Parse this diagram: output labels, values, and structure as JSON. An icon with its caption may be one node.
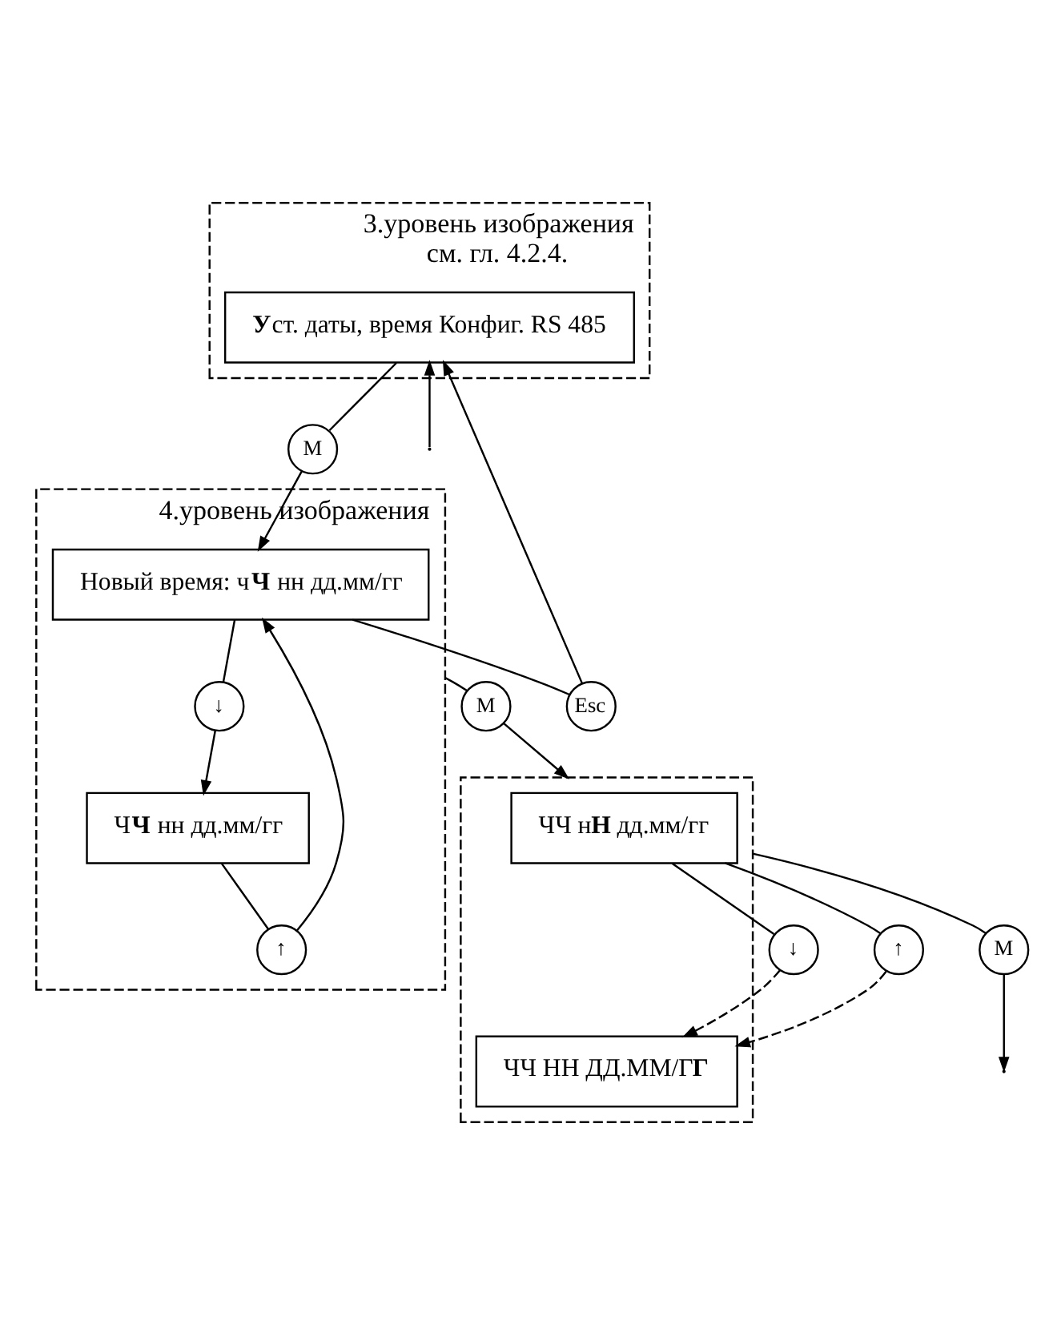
{
  "diagram": {
    "nodes": [
      {
        "text": [
          "3.уровень изображения",
          "см. гл. 4.2.4."
        ]
      },
      {
        "text": [
          "**У**ст. даты, время Конфиг. RS 485"
        ],
        "in": 0
      },
      {
        "text": [
          "M"
        ]
      },
      {
        "text": [
          "Esc"
        ]
      },
      {
        "text": [
          "4.уровень изображения"
        ]
      },
      {
        "text": [
          "Новый время: ч**Ч** нн дд.мм/гг"
        ],
        "in": 4
      },
      {
        "text": [
          "↓"
        ],
        "in": 4
      },
      {
        "text": [
          "↑"
        ],
        "in": 4
      },
      {
        "text": [
          "Ч**Ч** нн дд.мм/гг"
        ],
        "in": 4
      },
      {
        "text": [
          "M"
        ]
      },
      {
        "text": [],
        "shape": "box"
      },
      {
        "text": [
          "ЧЧ н**Н** дд.мм/гг"
        ],
        "in": 10
      },
      {
        "text": [
          "↓"
        ]
      },
      {
        "text": [
          "↑"
        ]
      },
      {
        "text": [
          "ЧЧ НН ДД.ММ/Г**Г**"
        ],
        "in": 10
      },
      {
        "text": [
          "M"
        ]
      }
    ],
    "edges": [
      {
        "from": 1,
        "to": 2,
        "arrow": "none"
      },
      {
        "from": 2,
        "to": 5,
        "arrow": "to"
      },
      {
        "from": 5,
        "to": 3,
        "arrow": "none"
      },
      {
        "from": 3,
        "to": 1,
        "arrow": "to"
      },
      {
        "from": null,
        "to": 1,
        "arrow": "to"
      },
      {
        "from": 5,
        "to": 6,
        "arrow": "none"
      },
      {
        "from": 6,
        "to": 8,
        "arrow": "to"
      },
      {
        "from": 8,
        "to": 7,
        "arrow": "none"
      },
      {
        "from": 7,
        "to": 5,
        "arrow": "to"
      },
      {
        "from": 4,
        "to": 9,
        "arrow": "none"
      },
      {
        "from": 9,
        "to": 10,
        "arrow": "to"
      },
      {
        "from": 11,
        "to": 12,
        "arrow": "none"
      },
      {
        "from": 12,
        "to": 14,
        "arrow": "to",
        "style": "dashed"
      },
      {
        "from": 11,
        "to": 13,
        "arrow": "none"
      },
      {
        "from": 13,
        "to": 14,
        "arrow": "to",
        "style": "dashed"
      },
      {
        "from": 10,
        "to": 15,
        "arrow": "none"
      },
      {
        "from": 15,
        "to": null,
        "arrow": "to"
      }
    ]
  }
}
